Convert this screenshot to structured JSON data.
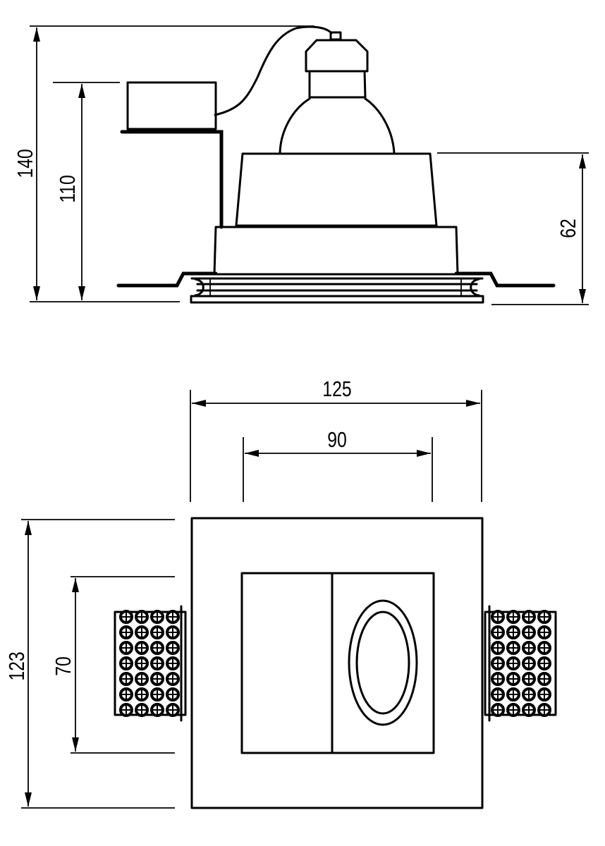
{
  "side_view": {
    "dimensions": {
      "overall_height": "140",
      "box_height": "110",
      "body_height": "62"
    }
  },
  "top_view": {
    "dimensions": {
      "outer_width": "125",
      "inner_width": "90",
      "outer_depth": "123",
      "inner_depth": "70"
    },
    "mesh": {
      "rows": 7,
      "cols": 4
    }
  },
  "colors": {
    "line": "#000000",
    "background": "#ffffff"
  }
}
